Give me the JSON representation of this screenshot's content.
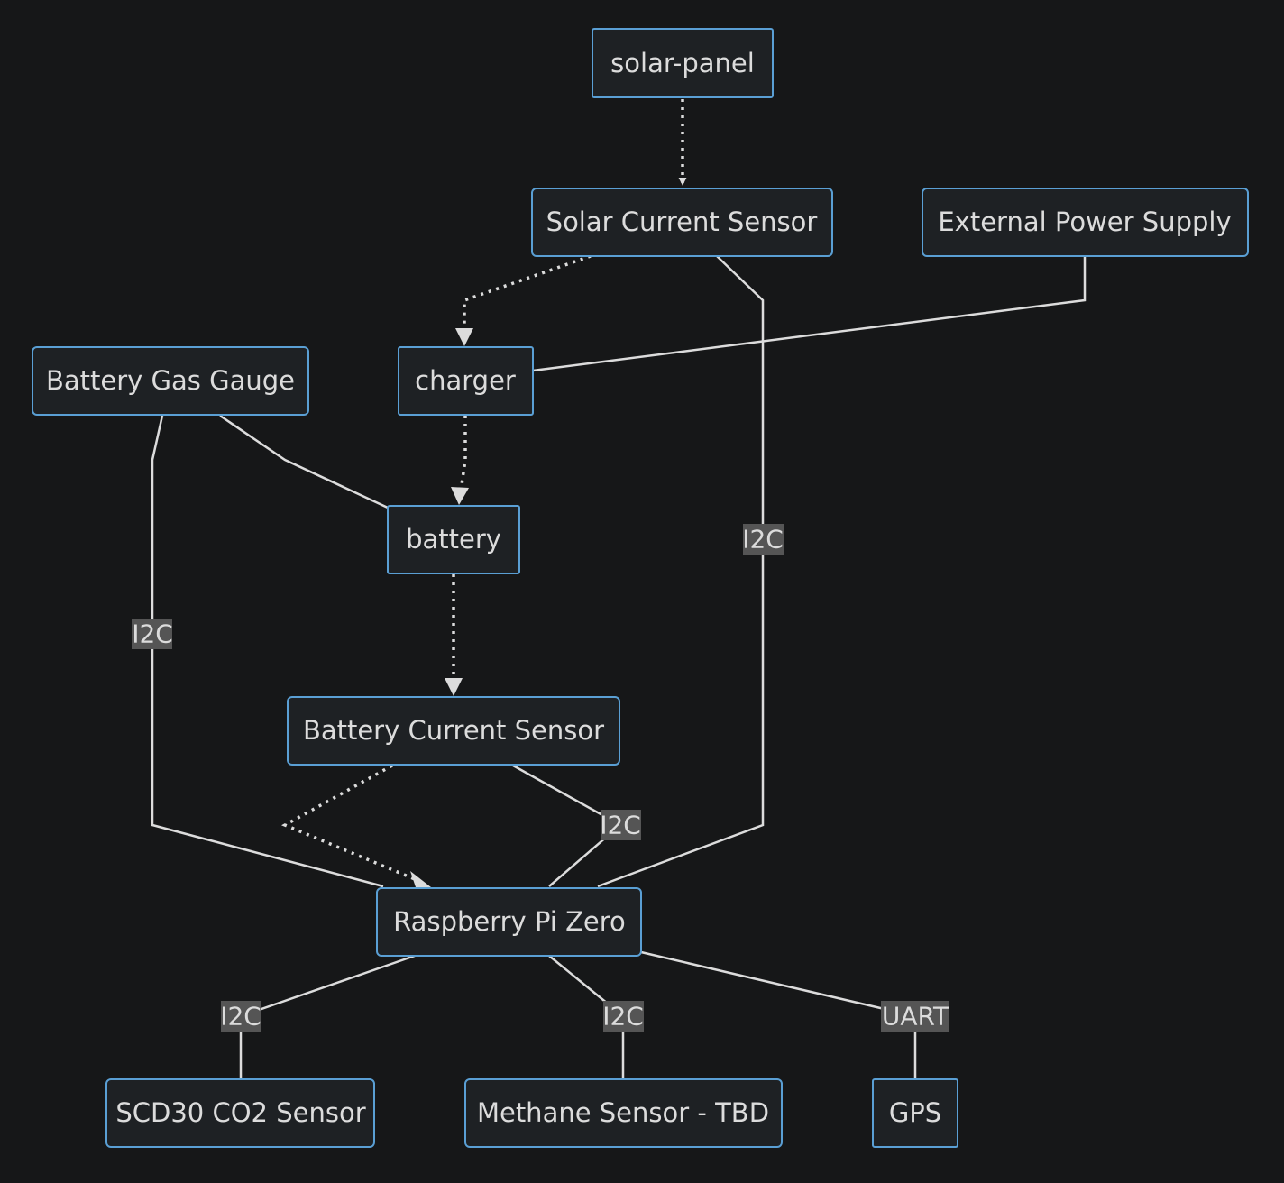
{
  "diagram": {
    "nodes": {
      "solar_panel": "solar-panel",
      "solar_current_sensor": "Solar Current Sensor",
      "external_power_supply": "External Power Supply",
      "battery_gas_gauge": "Battery Gas Gauge",
      "charger": "charger",
      "battery": "battery",
      "battery_current_sensor": "Battery Current Sensor",
      "raspberry_pi_zero": "Raspberry Pi Zero",
      "scd30_co2_sensor": "SCD30 CO2 Sensor",
      "methane_sensor": "Methane Sensor - TBD",
      "gps": "GPS"
    },
    "edges": [
      {
        "from": "solar-panel",
        "to": "Solar Current Sensor",
        "style": "dotted",
        "arrow": true
      },
      {
        "from": "Solar Current Sensor",
        "to": "charger",
        "style": "dotted",
        "arrow": true
      },
      {
        "from": "Solar Current Sensor",
        "to": "Raspberry Pi Zero",
        "style": "solid",
        "label": "I2C"
      },
      {
        "from": "External Power Supply",
        "to": "charger",
        "style": "solid"
      },
      {
        "from": "charger",
        "to": "battery",
        "style": "dotted",
        "arrow": true
      },
      {
        "from": "Battery Gas Gauge",
        "to": "battery",
        "style": "solid"
      },
      {
        "from": "Battery Gas Gauge",
        "to": "Raspberry Pi Zero",
        "style": "solid",
        "label": "I2C"
      },
      {
        "from": "battery",
        "to": "Battery Current Sensor",
        "style": "dotted",
        "arrow": true
      },
      {
        "from": "Battery Current Sensor",
        "to": "Raspberry Pi Zero",
        "style": "dotted",
        "arrow": true
      },
      {
        "from": "Battery Current Sensor",
        "to": "Raspberry Pi Zero",
        "style": "solid",
        "label": "I2C"
      },
      {
        "from": "Raspberry Pi Zero",
        "to": "SCD30 CO2 Sensor",
        "style": "solid",
        "label": "I2C"
      },
      {
        "from": "Raspberry Pi Zero",
        "to": "Methane Sensor - TBD",
        "style": "solid",
        "label": "I2C"
      },
      {
        "from": "Raspberry Pi Zero",
        "to": "GPS",
        "style": "solid",
        "label": "UART"
      }
    ],
    "edge_labels": {
      "solar_i2c": "I2C",
      "gas_gauge_i2c": "I2C",
      "battery_sensor_i2c": "I2C",
      "co2_i2c": "I2C",
      "methane_i2c": "I2C",
      "gps_uart": "UART"
    },
    "colors": {
      "background": "#161718",
      "node_fill": "#1e2124",
      "node_border": "#5a9fd4",
      "text": "#dcdcdc",
      "edge": "#dcdcdc",
      "edge_label_bg": "#555555"
    }
  }
}
